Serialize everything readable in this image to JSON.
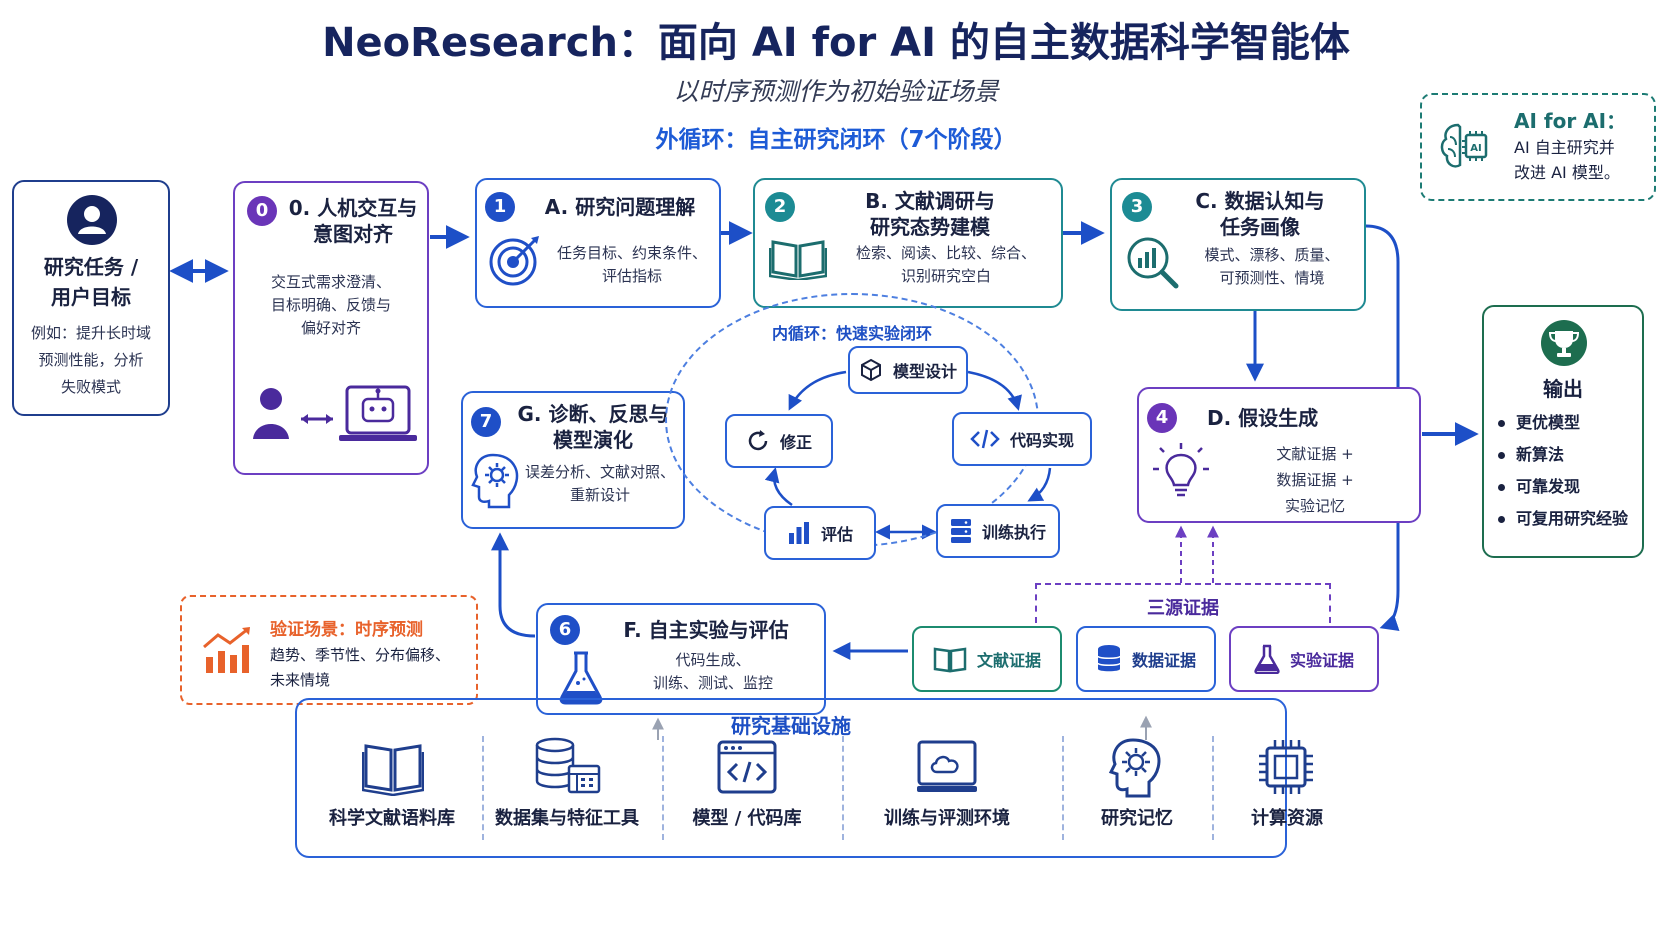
{
  "header": {
    "title": "NeoResearch：面向 AI for AI 的自主数据科学智能体",
    "subtitle": "以时序预测作为初始验证场景",
    "outer_loop": "外循环：自主研究闭环（7个阶段）"
  },
  "ai_for_ai": {
    "title": "AI for AI：",
    "text_line1": "AI 自主研究并",
    "text_line2": "改进 AI 模型。"
  },
  "user": {
    "title_line1": "研究任务 /",
    "title_line2": "用户目标",
    "example_line1": "例如：提升长时域",
    "example_line2": "预测性能，分析",
    "example_line3": "失败模式"
  },
  "stages": {
    "s0": {
      "num": "0",
      "title_line1": "0. 人机交互与",
      "title_line2": "意图对齐",
      "desc_line1": "交互式需求澄清、",
      "desc_line2": "目标明确、反馈与",
      "desc_line3": "偏好对齐"
    },
    "sA": {
      "num": "1",
      "title": "A. 研究问题理解",
      "desc_line1": "任务目标、约束条件、",
      "desc_line2": "评估指标"
    },
    "sB": {
      "num": "2",
      "title_line1": "B. 文献调研与",
      "title_line2": "研究态势建模",
      "desc_line1": "检索、阅读、比较、综合、",
      "desc_line2": "识别研究空白"
    },
    "sC": {
      "num": "3",
      "title_line1": "C. 数据认知与",
      "title_line2": "任务画像",
      "desc_line1": "模式、漂移、质量、",
      "desc_line2": "可预测性、情境"
    },
    "sD": {
      "num": "4",
      "title": "D. 假设生成",
      "desc_line1": "文献证据 +",
      "desc_line2": "数据证据 +",
      "desc_line3": "实验记忆"
    },
    "sF": {
      "num": "6",
      "title": "F. 自主实验与评估",
      "desc_line1": "代码生成、",
      "desc_line2": "训练、测试、监控"
    },
    "sG": {
      "num": "7",
      "title_line1": "G. 诊断、反思与",
      "title_line2": "模型演化",
      "desc_line1": "误差分析、文献对照、",
      "desc_line2": "重新设计"
    }
  },
  "inner_loop": {
    "title": "内循环：快速实验闭环",
    "model_design": "模型设计",
    "code_impl": "代码实现",
    "train_exec": "训练执行",
    "evaluate": "评估",
    "revise": "修正"
  },
  "evidence": {
    "title": "三源证据",
    "lit": "文献证据",
    "data": "数据证据",
    "exp": "实验证据"
  },
  "validation": {
    "title": "验证场景：时序预测",
    "desc_line1": "趋势、季节性、分布偏移、",
    "desc_line2": "未来情境"
  },
  "output": {
    "title": "输出",
    "items": [
      "更优模型",
      "新算法",
      "可靠发现",
      "可复用研究经验"
    ]
  },
  "infrastructure": {
    "title": "研究基础设施",
    "items": [
      "科学文献语料库",
      "数据集与特征工具",
      "模型 / 代码库",
      "训练与评测环境",
      "研究记忆",
      "计算资源"
    ]
  },
  "colors": {
    "primary_blue": "#2a62d8",
    "navy": "#16245e",
    "teal": "#1f8a92",
    "purple": "#6c3fc2",
    "orange": "#e8622b",
    "green": "#1d6d4f"
  }
}
